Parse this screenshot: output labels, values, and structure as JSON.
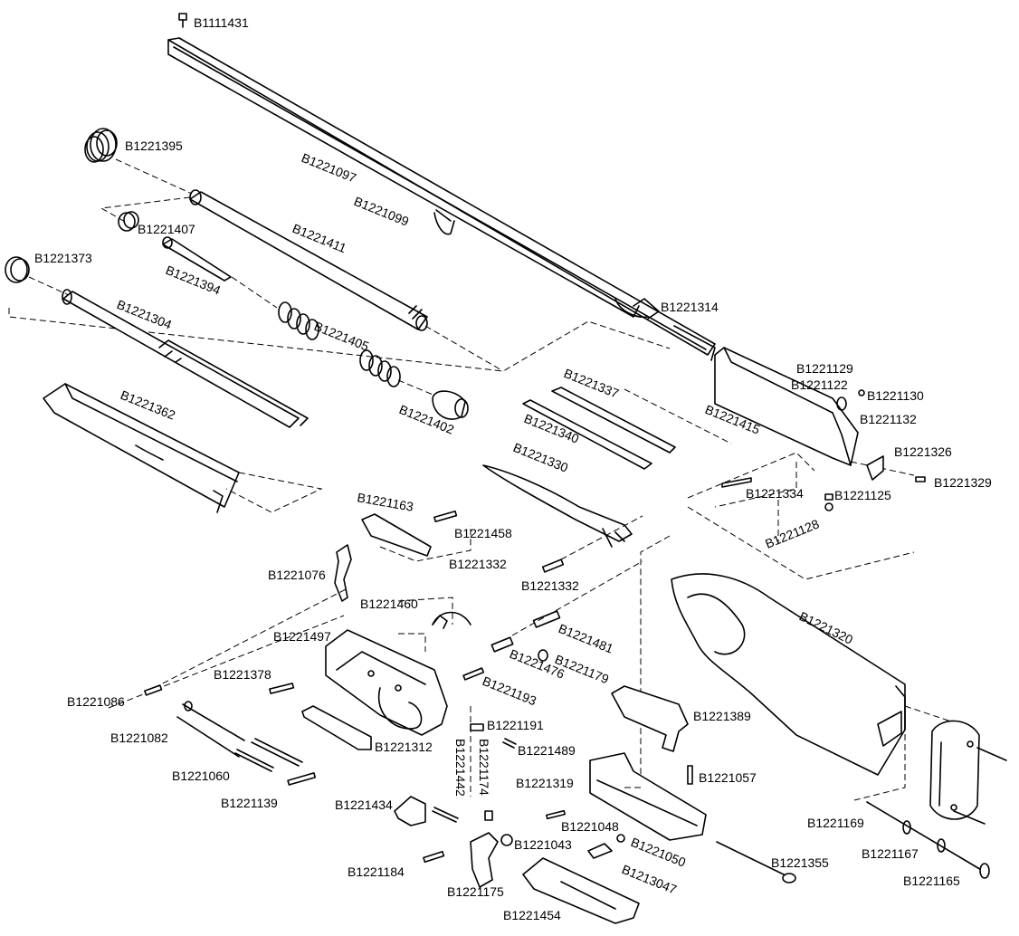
{
  "parts": {
    "p1111431": "B1111431",
    "p1221395": "B1221395",
    "p1221097": "B1221097",
    "p1221099": "B1221099",
    "p1221407": "B1221407",
    "p1221411": "B1221411",
    "p1221373": "B1221373",
    "p1221394": "B1221394",
    "p1221314": "B1221314",
    "p1221304": "B1221304",
    "p1221405": "B1221405",
    "p1221129": "B1221129",
    "p1221122": "B1221122",
    "p1221130": "B1221130",
    "p1221337": "B1221337",
    "p1221132": "B1221132",
    "p1221362": "B1221362",
    "p1221402": "B1221402",
    "p1221340": "B1221340",
    "p1221415": "B1221415",
    "p1221326": "B1221326",
    "p1221330": "B1221330",
    "p1221329": "B1221329",
    "p1221334": "B1221334",
    "p1221125": "B1221125",
    "p1221163": "B1221163",
    "p1221458": "B1221458",
    "p1221128": "B1221128",
    "p1221332a": "B1221332",
    "p1221076": "B1221076",
    "p1221332b": "B1221332",
    "p1221460": "B1221460",
    "p1221320": "B1221320",
    "p1221497": "B1221497",
    "p1221481": "B1221481",
    "p1221378": "B1221378",
    "p1221476": "B1221476",
    "p1221179": "B1221179",
    "p1221086": "B1221086",
    "p1221193": "B1221193",
    "p1221389": "B1221389",
    "p1221082": "B1221082",
    "p1221191": "B1221191",
    "p1221312": "B1221312",
    "p1221489": "B1221489",
    "p1221060": "B1221060",
    "p1221057": "B1221057",
    "p1221319": "B1221319",
    "p1221442": "B1221442",
    "p1221174": "B1221174",
    "p1221139": "B1221139",
    "p1221434": "B1221434",
    "p1221048": "B1221048",
    "p1221169": "B1221169",
    "p1221043": "B1221043",
    "p1221050": "B1221050",
    "p1221355": "B1221355",
    "p1221167": "B1221167",
    "p1221184": "B1221184",
    "p1213047": "B1213047",
    "p1221165": "B1221165",
    "p1221175": "B1221175",
    "p1221454": "B1221454"
  }
}
